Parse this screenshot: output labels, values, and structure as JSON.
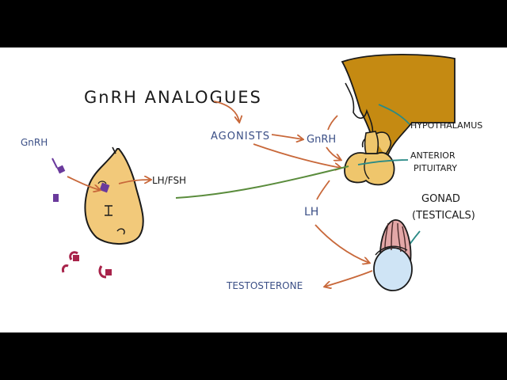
{
  "diagram": {
    "title": "GnRH ANALOGUES",
    "labels": {
      "gnrh_left": "GnRH",
      "lh_fsh": "LH/FSH",
      "agonists": "AGONISTS",
      "gnrh_right": "GnRH",
      "hypothalamus": "HYPOTHALAMUS",
      "anterior": "ANTERIOR",
      "pituitary": "PITUITARY",
      "lh": "LH",
      "gonad": "GONAD",
      "testicals": "(TESTICALS)",
      "testosterone": "TESTOSTERONE"
    },
    "colors": {
      "background": "#ffffff",
      "letterbox": "#000000",
      "ink": "#1a1a1a",
      "blue_text": "#3b4f86",
      "arrow_orange": "#c8683a",
      "cell_fill": "#f2c97a",
      "hypothalamus_fill": "#c58a12",
      "pituitary_fill": "#efc66c",
      "receptor_purple": "#6a3a9c",
      "receptor_red": "#a8234a",
      "testis_blue": "#cfe4f5",
      "testis_pink": "#e3a7a7",
      "teal_line": "#2a8a86",
      "green_line": "#5a8c3c"
    }
  }
}
